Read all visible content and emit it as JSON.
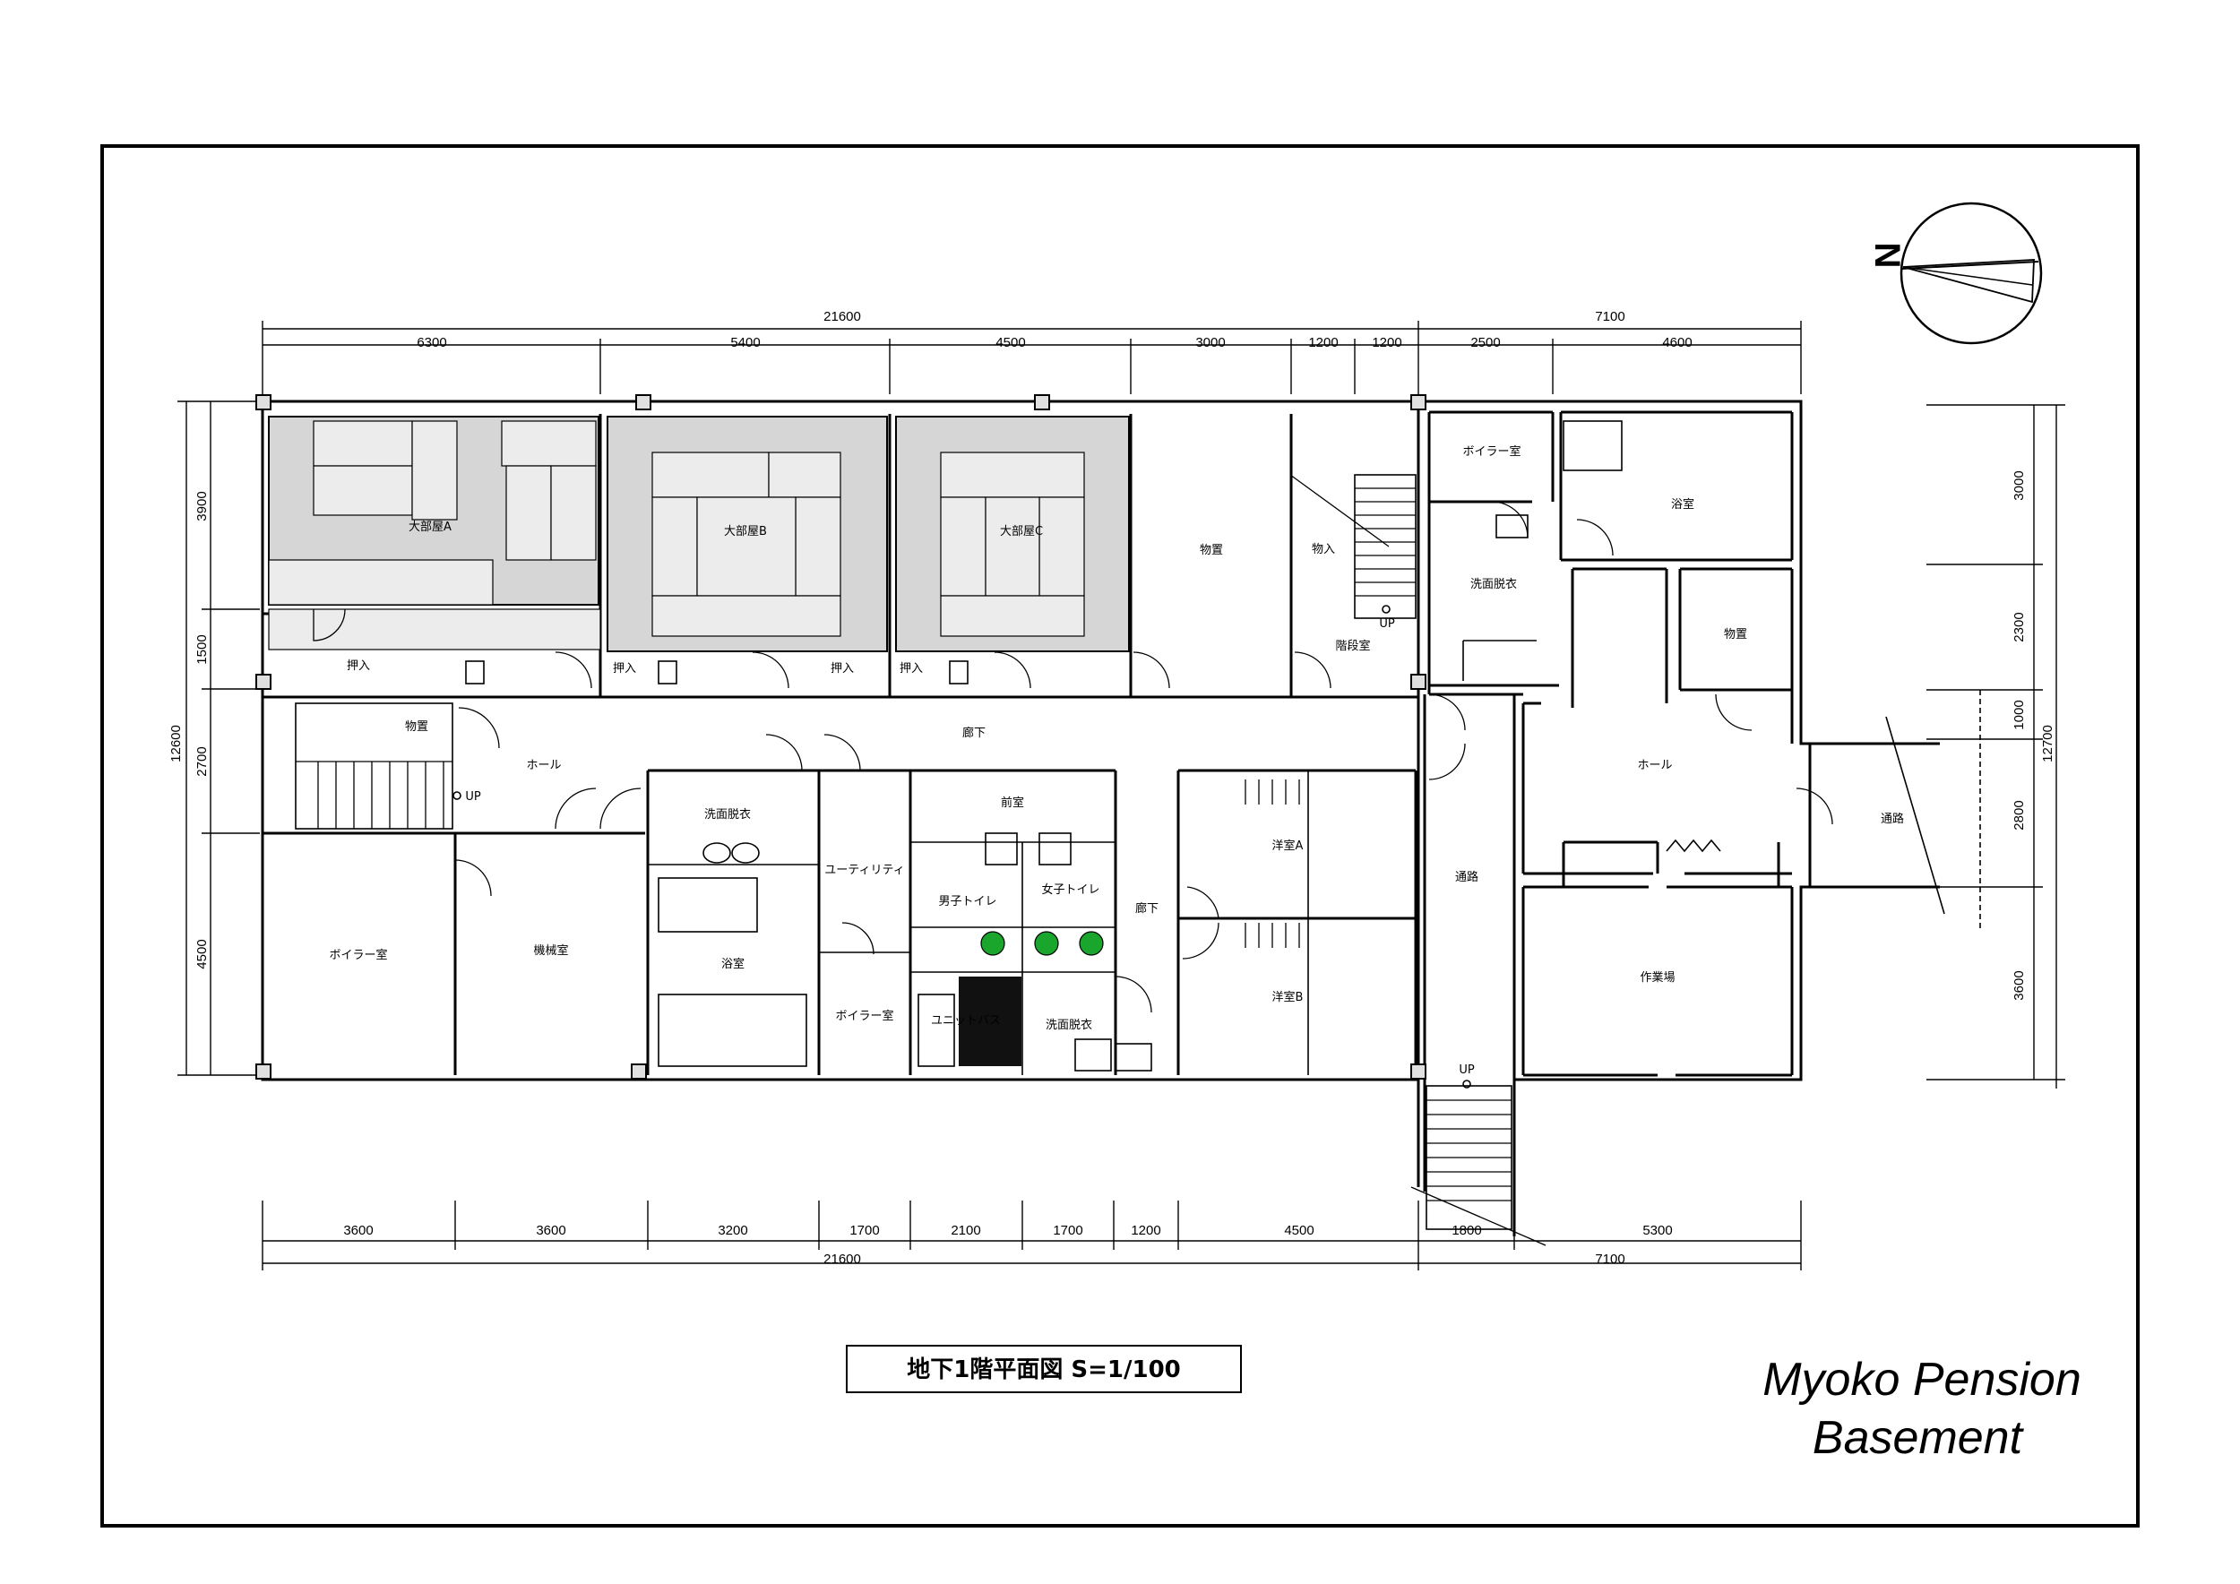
{
  "rooms": {
    "tatami_a": "大部屋A",
    "tatami_b": "大部屋B",
    "tatami_c": "大部屋C",
    "storage_top": "物置",
    "closet_1": "物入",
    "closet_a": "押入",
    "closet_b": "押入",
    "closet_c": "押入",
    "closet_d": "押入",
    "stair_room": "階段室",
    "storage_left": "物置",
    "hall_left": "ホール",
    "corridor": "廊下",
    "corridor2": "廊下",
    "washroom_left": "洗面脱衣",
    "utility": "ユーティリティ",
    "anteroom": "前室",
    "mens_toilet": "男子トイレ",
    "womens_toilet": "女子トイレ",
    "bath_left": "浴室",
    "boiler_mid": "ボイラー室",
    "unit_bath": "ユニットバス",
    "washroom_mid": "洗面脱衣",
    "boiler_left": "ボイラー室",
    "machine_room": "機械室",
    "western_a": "洋室A",
    "western_b": "洋室B",
    "passage_mid": "通路",
    "boiler_right": "ボイラー室",
    "bath_right": "浴室",
    "washroom_right": "洗面脱衣",
    "storage_right": "物置",
    "hall_right": "ホール",
    "workshop": "作業場",
    "passage_right": "通路",
    "up_1": "UP",
    "up_2": "UP",
    "up_3": "UP"
  },
  "dimensions": {
    "top_total_left": "21600",
    "top_total_right": "7100",
    "top_segments": [
      "6300",
      "5400",
      "4500",
      "3000",
      "1200",
      "1200",
      "2500",
      "4600"
    ],
    "bottom_segments": [
      "3600",
      "3600",
      "3200",
      "1700",
      "2100",
      "1700",
      "1200",
      "4500",
      "1800",
      "5300"
    ],
    "bottom_total_left": "21600",
    "bottom_total_right": "7100",
    "left_total": "12600",
    "left_segments": [
      "3900",
      "1500",
      "2700",
      "4500"
    ],
    "right_total": "12700",
    "right_segments": [
      "3000",
      "2300",
      "1000",
      "2800",
      "3600"
    ]
  },
  "north_label": "N",
  "caption": "地下1階平面図  S=1/100",
  "brand": {
    "line1": "Myoko Pension",
    "line2": "Basement"
  }
}
